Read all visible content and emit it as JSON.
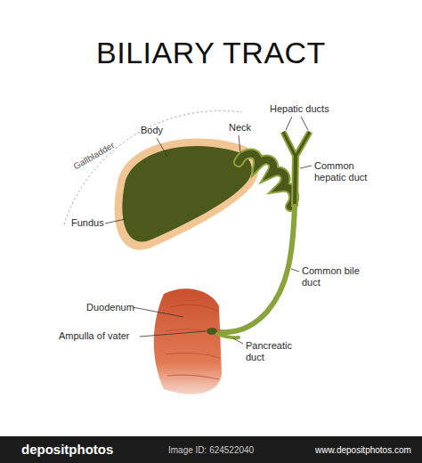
{
  "diagram": {
    "title": "BILIARY TRACT",
    "labels": [
      "Gallbladder",
      "Body",
      "Neck",
      "Hepatic ducts",
      "Common hepatic duct",
      "Fundus",
      "Common bile duct",
      "Duodenum",
      "Ampulla of vater",
      "Pancreatic duct",
      "depositphotos",
      "Image ID: 624522040",
      "www.depositphotos.com"
    ]
  }
}
